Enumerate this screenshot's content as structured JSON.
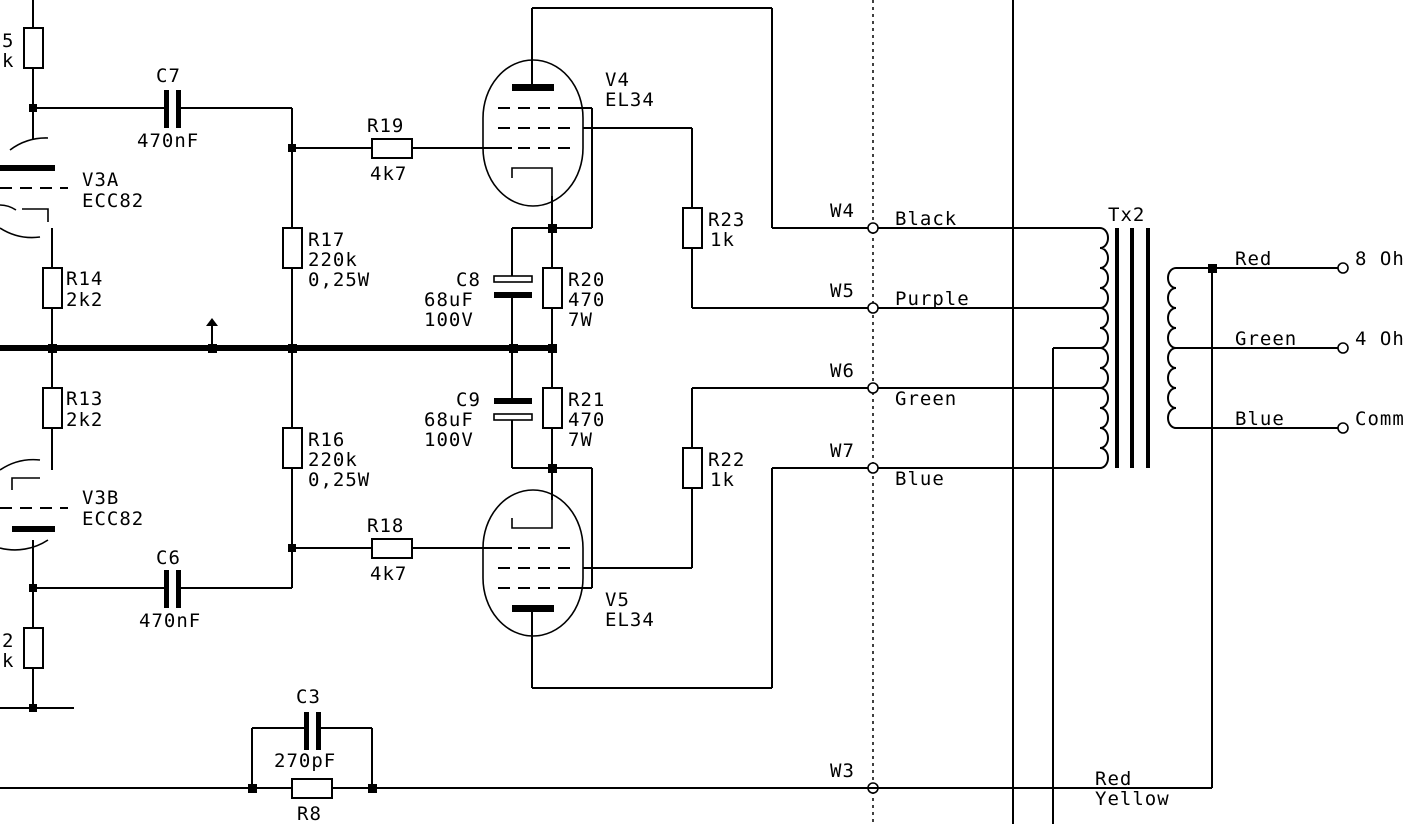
{
  "labels": {
    "r_top_val1": "5",
    "r_top_val2": "k",
    "r_bot_val1": "2",
    "r_bot_val2": "k",
    "c7_name": "C7",
    "c7_val": "470nF",
    "c6_name": "C6",
    "c6_val": "470nF",
    "c3_name": "C3",
    "c3_val": "270pF",
    "r8_name": "R8",
    "v3a_name": "V3A",
    "v3a_type": "ECC82",
    "v3b_name": "V3B",
    "v3b_type": "ECC82",
    "r14_name": "R14",
    "r14_val": "2k2",
    "r13_name": "R13",
    "r13_val": "2k2",
    "r19_name": "R19",
    "r19_val": "4k7",
    "r18_name": "R18",
    "r18_val": "4k7",
    "r17_name": "R17",
    "r17_val": "220k",
    "r17_pow": "0,25W",
    "r16_name": "R16",
    "r16_val": "220k",
    "r16_pow": "0,25W",
    "v4_name": "V4",
    "v4_type": "EL34",
    "v5_name": "V5",
    "v5_type": "EL34",
    "c8_name": "C8",
    "c8_val": "68uF",
    "c8_volt": "100V",
    "c9_name": "C9",
    "c9_val": "68uF",
    "c9_volt": "100V",
    "r20_name": "R20",
    "r20_val": "470",
    "r20_pow": "7W",
    "r21_name": "R21",
    "r21_val": "470",
    "r21_pow": "7W",
    "r23_name": "R23",
    "r23_val": "1k",
    "r22_name": "R22",
    "r22_val": "1k",
    "w4": "W4",
    "w5": "W5",
    "w6": "W6",
    "w7": "W7",
    "w3": "W3",
    "black": "Black",
    "purple": "Purple",
    "green": "Green",
    "blue": "Blue",
    "tx2": "Tx2",
    "sec_red": "Red",
    "sec_green": "Green",
    "sec_blue": "Blue",
    "out_8": "8 Oh",
    "out_4": "4 Oh",
    "out_comm": "Comm",
    "red_lbl": "Red",
    "yellow_lbl": "Yellow"
  }
}
